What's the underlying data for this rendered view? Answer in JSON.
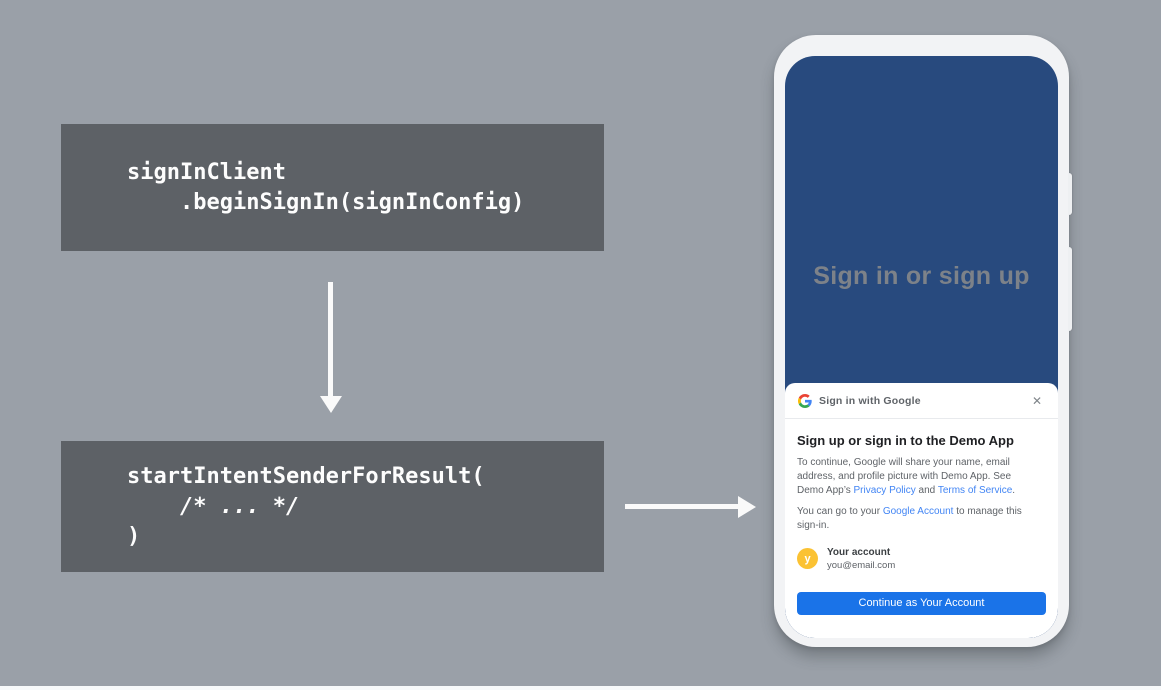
{
  "diagram": {
    "code_block_1": {
      "lines": [
        "signInClient",
        "    .beginSignIn(signInConfig)"
      ]
    },
    "code_block_2": {
      "lines": [
        "startIntentSenderForResult(",
        "    /* ... */",
        ")"
      ]
    },
    "arrow_down_icon": "↓",
    "arrow_right_icon": "→"
  },
  "phone": {
    "screen_title": "Sign in or sign up",
    "sheet": {
      "header_title": "Sign in with Google",
      "google_logo_icon": "google-g",
      "close_icon": "✕",
      "heading": "Sign up or sign in to the Demo App",
      "consent": {
        "part1": "To continue, Google will share your name, email address, and profile picture with Demo App. See Demo App’s ",
        "privacy_link": "Privacy Policy",
        "part2": " and ",
        "terms_link": "Terms of Service",
        "part3": ".",
        "manage_part1": "You can go to your ",
        "account_link": "Google Account",
        "manage_part2": " to manage this sign-in."
      },
      "account": {
        "avatar_letter": "y",
        "name": "Your account",
        "email": "you@email.com"
      },
      "continue_button": "Continue as Your Account"
    }
  },
  "colors": {
    "background": "#9aa0a8",
    "code_block_bg": "#5d6166",
    "code_text": "#fdfdfd",
    "screen_blue": "#284a7e",
    "screen_title_gray": "#7d8289",
    "link_blue": "#4285f4",
    "button_blue": "#1a73e8",
    "avatar_yellow": "#fbc233",
    "body_text_gray": "#5f6368",
    "heading_black": "#202124"
  }
}
